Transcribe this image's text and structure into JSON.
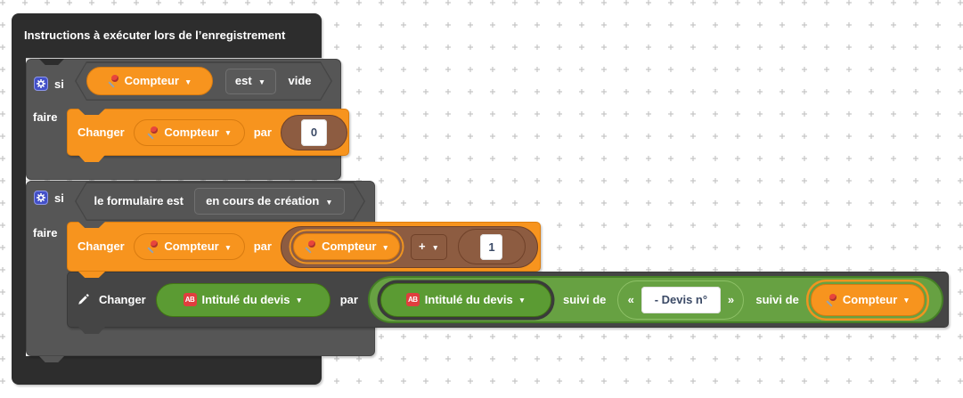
{
  "workspace": {
    "grid_color": "#c6c6c6",
    "background": "#ffffff"
  },
  "colors": {
    "orange": "#f7941e",
    "brown": "#8d5c41",
    "green_dark": "#5b9b33",
    "green_light": "#67a142",
    "block_gray": "#565656",
    "container_dark": "#2d2d2d",
    "field_text": "#3b4a66"
  },
  "icons": {
    "dropdown_arrow": "▼",
    "ab_label": "AB",
    "gear": "gear-icon",
    "pin": "pushpin-icon",
    "pencil": "pencil-icon"
  },
  "container": {
    "title": "Instructions à exécuter lors de l’enregistrement"
  },
  "if1": {
    "keyword": "si",
    "do_keyword": "faire",
    "condition": {
      "variable": "Compteur",
      "operator": "est",
      "predicate": "vide"
    },
    "statement": {
      "action": "Changer",
      "variable": "Compteur",
      "preposition": "par",
      "value": "0"
    }
  },
  "if2": {
    "keyword": "si",
    "do_keyword": "faire",
    "condition": {
      "subject": "le formulaire est",
      "state": "en cours de création"
    },
    "statement1": {
      "action": "Changer",
      "variable": "Compteur",
      "preposition": "par",
      "expression": {
        "variable": "Compteur",
        "operator": "+",
        "value": "1"
      }
    },
    "statement2": {
      "action": "Changer",
      "variable": "Intitulé du devis",
      "preposition": "par",
      "expression": {
        "variable": "Intitulé du devis",
        "join1": "suivi de",
        "quote_open": "«",
        "text": "- Devis n°",
        "quote_close": "»",
        "join2": "suivi de",
        "variable2": "Compteur"
      }
    }
  }
}
